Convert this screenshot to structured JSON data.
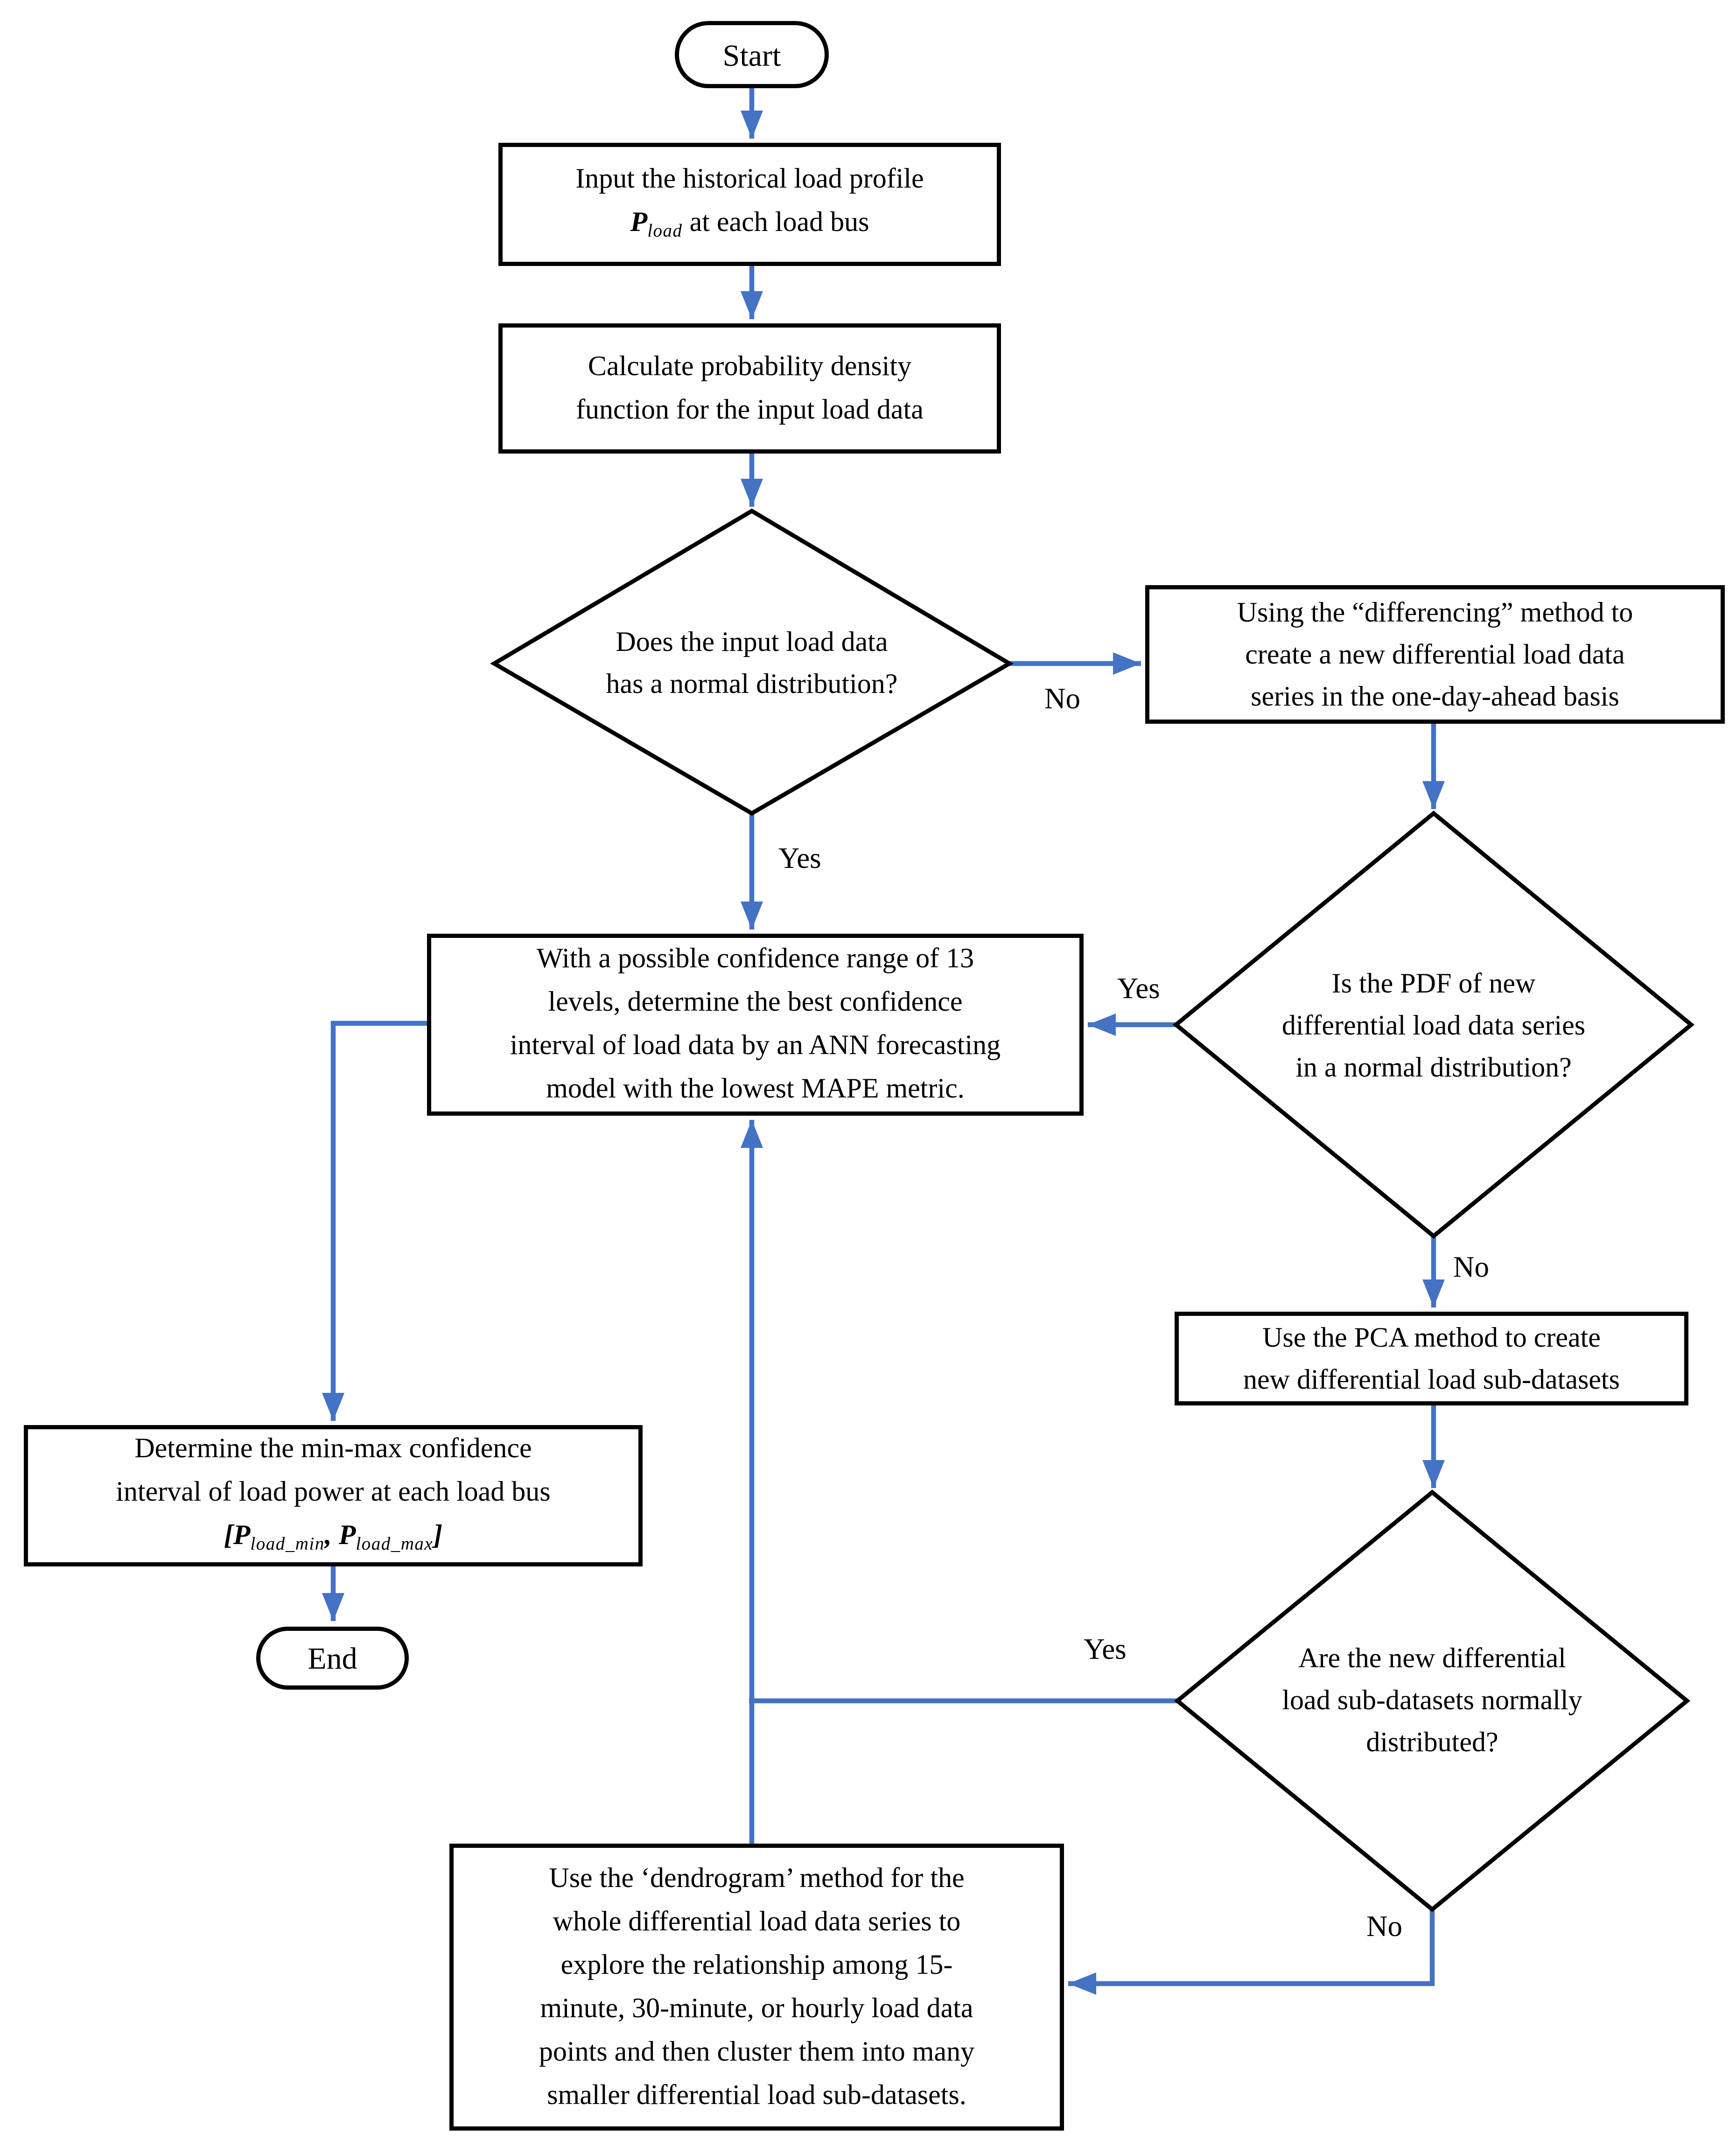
{
  "colors": {
    "arrow_blue": "#4472C4",
    "shape_border": "#000000",
    "text": "#000000",
    "background": "#FFFFFF"
  },
  "nodes": {
    "start": {
      "label": "Start"
    },
    "input_box": {
      "line1": "Input the historical load profile",
      "p_symbol": "P",
      "p_sub": "load",
      "line2_rest": " at each load bus"
    },
    "calc_box": {
      "lines": [
        "Calculate probability density",
        "function  for the input load data"
      ]
    },
    "decision_input_normal": {
      "lines": [
        "Does the input load data",
        "has a normal distribution?"
      ]
    },
    "differencing_box": {
      "lines": [
        "Using the “differencing” method to",
        "create a new differential load data",
        "series in the one-day-ahead basis"
      ]
    },
    "decision_pdf_normal": {
      "lines": [
        "Is the PDF of new",
        "differential load data series",
        "in a normal distribution?"
      ]
    },
    "ann_box": {
      "lines": [
        "With a possible confidence range of 13",
        "levels, determine the best confidence",
        "interval of load data by an ANN forecasting",
        "model with the lowest MAPE metric."
      ]
    },
    "pca_box": {
      "lines": [
        "Use the PCA method to create",
        "new differential load sub-datasets"
      ]
    },
    "decision_subdatasets_normal": {
      "lines": [
        "Are the new differential",
        "load sub-datasets normally",
        "distributed?"
      ]
    },
    "dendrogram_box": {
      "lines": [
        "Use the ‘dendrogram’ method for the",
        "whole differential load data series to",
        "explore the relationship among 15-",
        "minute, 30-minute, or hourly load data",
        "points and then cluster them into many",
        "smaller differential load sub-datasets."
      ]
    },
    "determine_box": {
      "line1": "Determine the min-max confidence",
      "line2": "interval of load power at each load bus",
      "bracket_open": "[",
      "p1_symbol": "P",
      "p1_sub": "load_min",
      "comma": ", ",
      "p2_symbol": "P",
      "p2_sub": "load_max",
      "bracket_close": "]"
    },
    "end": {
      "label": "End"
    }
  },
  "edge_labels": {
    "d1_yes": "Yes",
    "d1_no": "No",
    "d2_yes": "Yes",
    "d2_no": "No",
    "d3_yes": "Yes",
    "d3_no": "No"
  }
}
